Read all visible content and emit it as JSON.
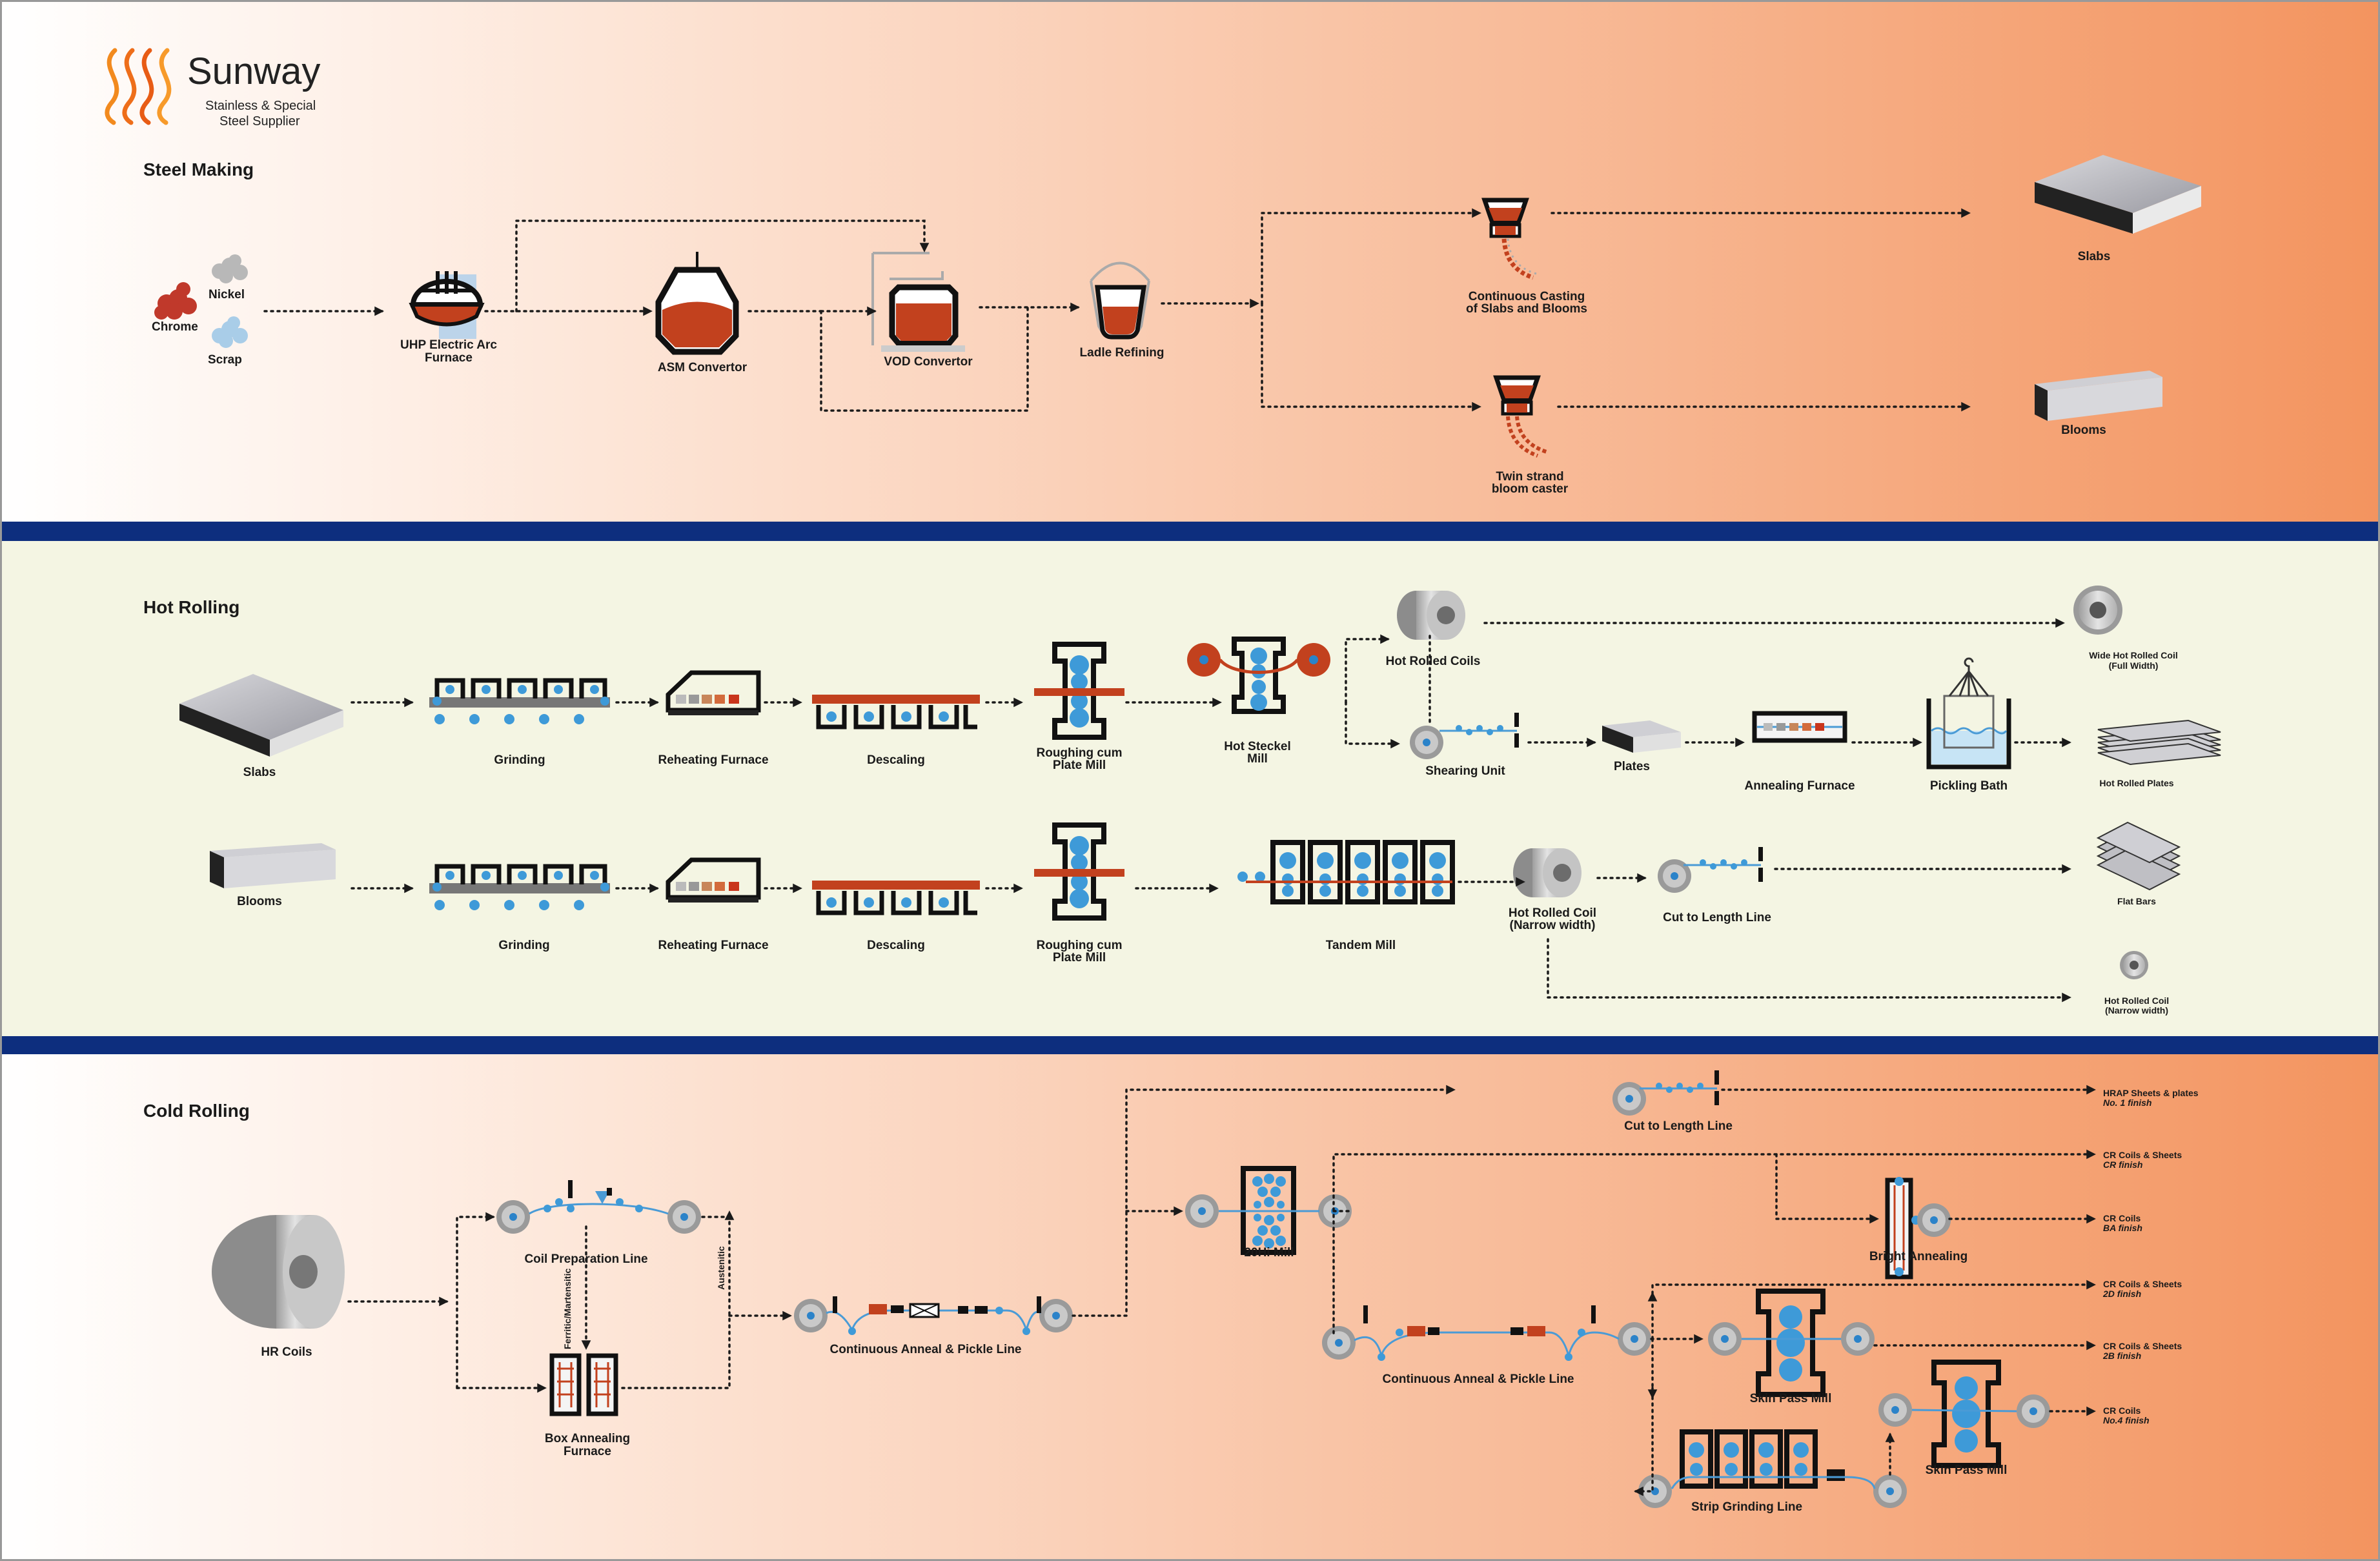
{
  "logo": {
    "name": "Sunway",
    "tagline1": "Stainless & Special",
    "tagline2": "Steel Supplier"
  },
  "sections": {
    "steel_making": "Steel Making",
    "hot_rolling": "Hot Rolling",
    "cold_rolling": "Cold Rolling"
  },
  "steel_making": {
    "nickel": "Nickel",
    "chrome": "Chrome",
    "scrap": "Scrap",
    "uhp_line1": "UHP Electric Arc",
    "uhp_line2": "Furnace",
    "asm": "ASM Convertor",
    "vod": "VOD Convertor",
    "ladle": "Ladle Refining",
    "cc_line1": "Continuous Casting",
    "cc_line2": "of Slabs and Blooms",
    "twin_line1": "Twin strand",
    "twin_line2": "bloom caster",
    "slabs": "Slabs",
    "blooms": "Blooms"
  },
  "hot_rolling": {
    "slabs": "Slabs",
    "blooms": "Blooms",
    "grinding": "Grinding",
    "reheating": "Reheating Furnace",
    "descaling": "Descaling",
    "rough_line1": "Roughing cum",
    "rough_line2": "Plate Mill",
    "steckel_line1": "Hot Steckel",
    "steckel_line2": "Mill",
    "hr_coils": "Hot Rolled Coils",
    "shearing": "Shearing Unit",
    "plates": "Plates",
    "annealing": "Annealing Furnace",
    "pickling": "Pickling Bath",
    "wide_coil_line1": "Wide Hot Rolled Coil",
    "wide_coil_line2": "(Full Width)",
    "hr_plates": "Hot Rolled Plates",
    "tandem": "Tandem Mill",
    "hr_narrow_line1": "Hot Rolled Coil",
    "hr_narrow_line2": "(Narrow width)",
    "ctl": "Cut to Length Line",
    "flat_bars": "Flat Bars",
    "hr_narrow_out_line1": "Hot Rolled Coil",
    "hr_narrow_out_line2": "(Narrow width)"
  },
  "cold_rolling": {
    "hr_coils": "HR Coils",
    "coil_prep": "Coil Preparation Line",
    "box_line1": "Box Annealing",
    "box_line2": "Furnace",
    "ferritic": "Ferritic/Martensitic",
    "austenitic": "Austenitic",
    "capl": "Continuous Anneal & Pickle Line",
    "mill20": "20Hi Mill",
    "ctl": "Cut to Length Line",
    "bright": "Bright Annealing",
    "skin_pass": "Skin Pass Mill",
    "strip_grinding": "Strip Grinding Line",
    "out_hrap": "HRAP Sheets & plates",
    "out_hrap_finish": "No. 1 finish",
    "out_cr": "CR Coils & Sheets",
    "out_cr_finish": "CR finish",
    "out_ba": "CR Coils",
    "out_ba_finish": "BA finish",
    "out_2d": "CR Coils & Sheets",
    "out_2d_finish": "2D finish",
    "out_2b": "CR Coils & Sheets",
    "out_2b_finish": "2B finish",
    "out_no4": "CR Coils",
    "out_no4_finish": "No.4 finish"
  },
  "colors": {
    "divider": "#0d2e7e",
    "accent_orange": "#f3945f",
    "molten_steel": "#c2411e",
    "roll_blue": "#3e9ad8",
    "hot_rolling_bg": "#f4f5e3"
  },
  "icons": [
    "flame-icon",
    "coil-icon",
    "grinder-icon",
    "reheating-furnace-icon",
    "descaler-icon",
    "roughing-mill-icon",
    "shear-icon",
    "skin-pass-mill-icon"
  ]
}
